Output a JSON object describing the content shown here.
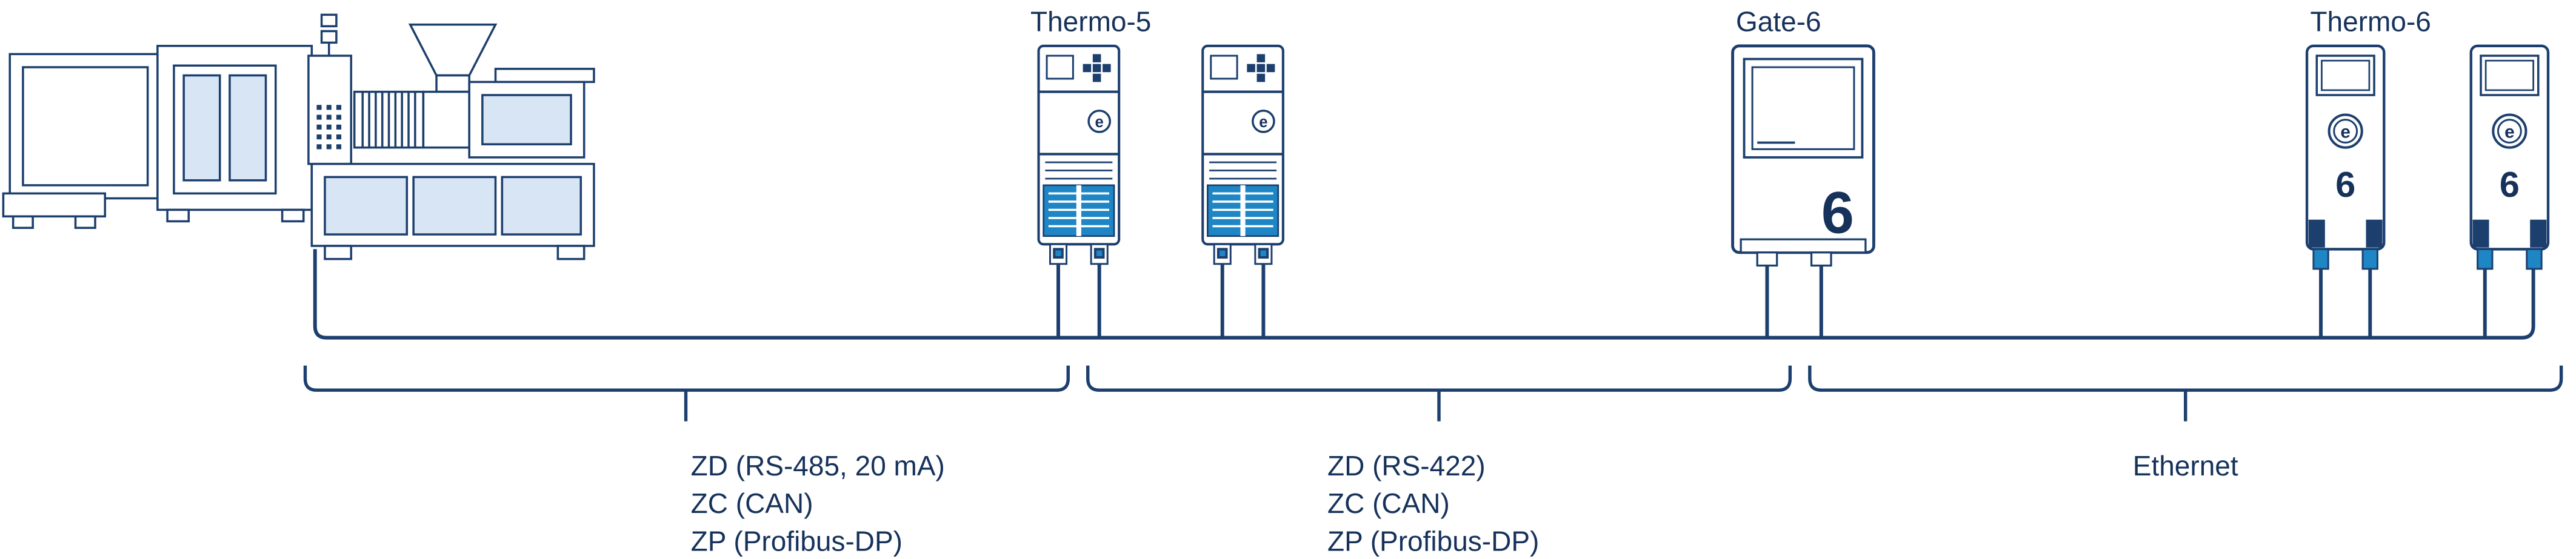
{
  "colors": {
    "outline": "#1c3f6e",
    "text": "#16325b",
    "light_fill": "#d8e5f5",
    "accent_blue": "#1e86c5",
    "background": "#ffffff"
  },
  "top_labels": {
    "thermo5": "Thermo-5",
    "gate6": "Gate-6",
    "thermo6": "Thermo-6"
  },
  "devices": {
    "gate6_digit": "6",
    "thermo6_digit": "6",
    "logo_letter": "e"
  },
  "bus_segments": {
    "segment1": {
      "line1": "ZD (RS-485, 20 mA)",
      "line2": "ZC (CAN)",
      "line3": "ZP (Profibus-DP)"
    },
    "segment2": {
      "line1": "ZD (RS-422)",
      "line2": "ZC (CAN)",
      "line3": "ZP (Profibus-DP)"
    },
    "segment3": {
      "line1": "Ethernet"
    }
  }
}
